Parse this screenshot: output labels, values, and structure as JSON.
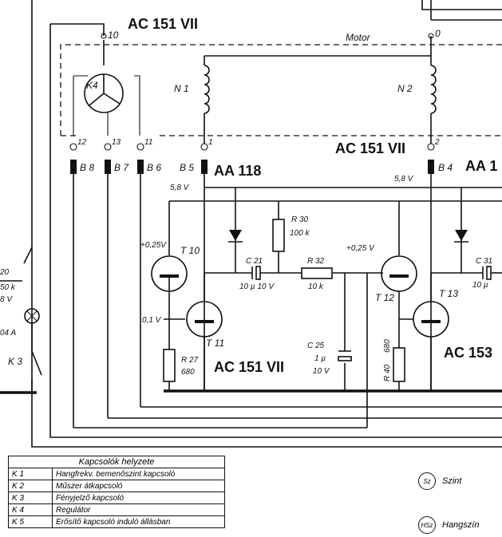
{
  "top_labels": {
    "transistor_vii_top": "AC 151 VII",
    "motor": "Motor",
    "transistor_vii_right": "AC 151 VII"
  },
  "switch": {
    "name": "K4",
    "pin_10": "10",
    "pin_0": "0",
    "pin_12": "12",
    "pin_13": "13",
    "pin_11": "11"
  },
  "coils": {
    "n1": "N 1",
    "n2": "N 2",
    "pin_1": "1",
    "pin_2": "2"
  },
  "connectors": {
    "b8": "B 8",
    "b7": "B 7",
    "b6": "B 6",
    "b5": "B 5",
    "b4": "B 4"
  },
  "diodes": {
    "d1": "AA 118",
    "d2": "AA 1"
  },
  "voltages": {
    "v58_left": "5,8 V",
    "v58_right": "5,8 V",
    "v025_left": "+0,25V",
    "v025_mid": "+0,25 V",
    "v01": "0,1 V"
  },
  "transistors": {
    "t10": "T 10",
    "t11": "T 11",
    "t12": "T 12",
    "t13": "T 13",
    "t11_type": "AC 151 VII",
    "t13_type": "AC 153"
  },
  "components": {
    "r30": "R 30",
    "r30_val": "100 k",
    "c21": "C 21",
    "c21_val": "10 µ 10 V",
    "r32": "R 32",
    "r32_val": "10 k",
    "c31": "C 31",
    "c31_val": "10 µ",
    "c25": "C 25",
    "c25_val1": "1 µ",
    "c25_val2": "10 V",
    "r27": "R 27",
    "r27_val": "680",
    "r40": "R 40",
    "r40_val": "680"
  },
  "left_edge": {
    "r20": "20",
    "val_50k": "50 k",
    "val_8v": "8 V",
    "val_04a": "04 A",
    "k3": "K 3"
  },
  "legend": {
    "title": "Kapcsolók helyzete",
    "rows": [
      {
        "key": "K 1",
        "desc": "Hangfrekv. bemenőszint kapcsoló"
      },
      {
        "key": "K 2",
        "desc": "Műszer átkapcsoló"
      },
      {
        "key": "K 3",
        "desc": "Fényjelző kapcsoló"
      },
      {
        "key": "K 4",
        "desc": "Regulátor"
      },
      {
        "key": "K 5",
        "desc": "Erősítő kapcsoló induló állásban"
      }
    ]
  },
  "marks": {
    "sz_symbol": "Sz",
    "sz_label": "Szint",
    "hsz_symbol": "HSz",
    "hsz_label": "Hangszín"
  }
}
